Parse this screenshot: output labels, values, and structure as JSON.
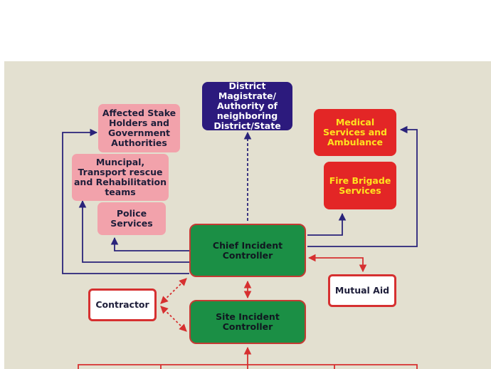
{
  "nodes": {
    "affected": "Affected Stake\nHolders and\nGovernment\nAuthorities",
    "municipal": "Muncipal,\nTransport rescue\nand Rehabilitation\nteams",
    "police": "Police\nServices",
    "district": "District Magistrate/\nAuthority of\nneighboring\nDistrict/State",
    "medical": "Medical\nServices and\nAmbulance",
    "fire": "Fire Brigade\nServices",
    "chief": "Chief Incident\nController",
    "site": "Site Incident\nController",
    "contractor": "Contractor",
    "mutual": "Mutual Aid"
  },
  "colors": {
    "background": "#e3e0d0",
    "navy_link": "#2a237a",
    "red_link": "#d63030",
    "pink_box": "#f2a2ab",
    "green_box": "#1b8f45",
    "red_box": "#e32626",
    "navy_box": "#2c1a7d",
    "yellow_text": "#ffe21f"
  }
}
